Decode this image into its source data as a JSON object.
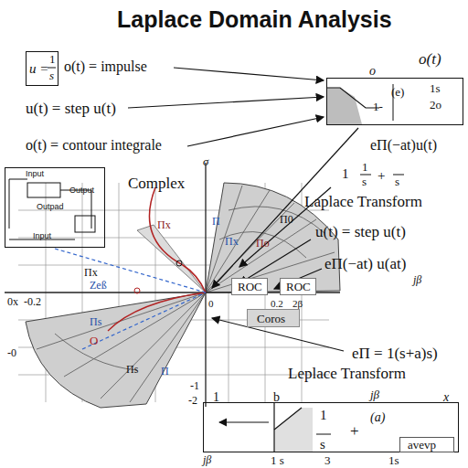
{
  "diagram": {
    "title": "Laplace Domain Analysis",
    "nodes": [
      {
        "text": [
          "u =",
          "1",
          "s"
        ]
      },
      {
        "text": [
          "o",
          "o(t)",
          "(e)",
          "1s",
          "2o",
          "1-"
        ]
      },
      {
        "text": [
          "Input",
          "Output",
          "Outpad",
          "Input"
        ]
      },
      {
        "text": [
          "ROC"
        ]
      },
      {
        "text": [
          "ROC"
        ]
      },
      {
        "text": [
          "Coros"
        ]
      },
      {
        "text": [
          "1",
          "b",
          "jβ",
          "x",
          "1",
          "s",
          "+",
          "(a)"
        ]
      },
      {
        "text": [
          "avevp"
        ],
        "in": 6
      }
    ],
    "labels": [
      "o(t) = impulse",
      "u(t) = step   u(t)",
      "o(t) = contour integrale",
      "eΠ(−at)u(t)",
      "1",
      "1",
      "s",
      "+",
      "s",
      "Laplace Transform",
      "u(t) = step  u(t)",
      "eΠ(−at) u(at)",
      "jβ",
      "Complex",
      "σ",
      "Πx",
      "Π0",
      "Πo",
      "Πx",
      "Π",
      "Πx",
      "Zeß",
      "0.2",
      "2β",
      "0x",
      "-0.2",
      "-0",
      "Πs",
      "Πs",
      "Π",
      "O",
      "0",
      "-1",
      "-2",
      "eΠ = 1(s+a)s)",
      "Leplace Transform",
      "jβ",
      "1 s",
      "3",
      "1s"
    ]
  }
}
